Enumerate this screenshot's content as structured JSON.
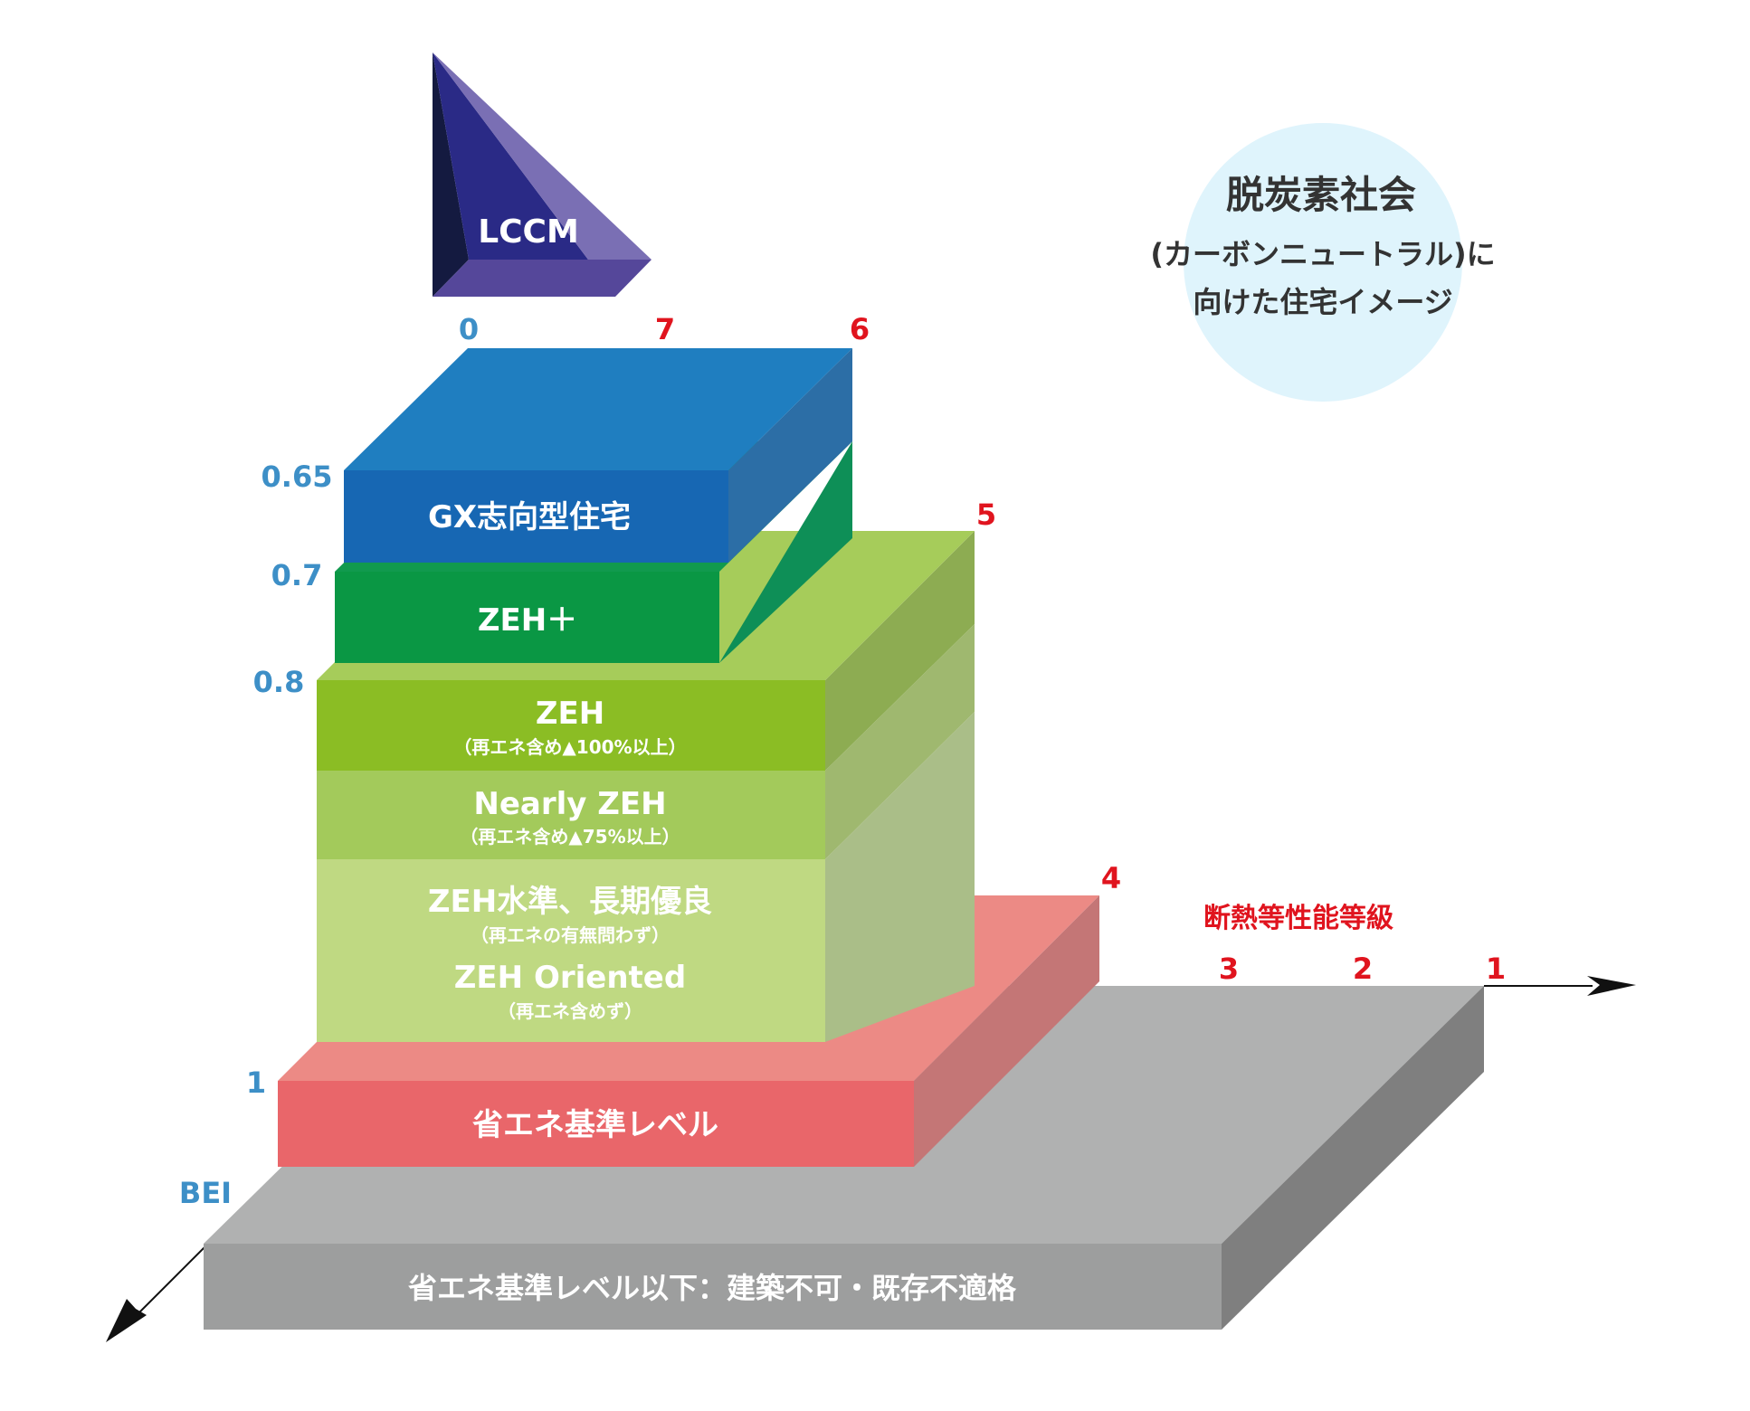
{
  "lccm": {
    "label": "LCCM"
  },
  "circle": {
    "title": "脱炭素社会",
    "line2": "(カーボンニュートラル)に",
    "line3": "向けた住宅イメージ"
  },
  "bei_axis": {
    "title": "BEI",
    "ticks": [
      "0",
      "0.65",
      "0.7",
      "0.8",
      "1"
    ]
  },
  "insulation_axis": {
    "title": "断熱等性能等級",
    "ticks": [
      "7",
      "6",
      "5",
      "4",
      "3",
      "2",
      "1"
    ]
  },
  "levels": {
    "base": {
      "label": "省エネ基準レベル以下：建築不可・既存不適格"
    },
    "standard": {
      "label": "省エネ基準レベル"
    },
    "zeh_standard": {
      "label": "ZEH水準、長期優良",
      "note": "（再エネの有無問わず）"
    },
    "zeh_oriented": {
      "label": "ZEH Oriented",
      "note": "（再エネ含めず）"
    },
    "nearly_zeh": {
      "label": "Nearly ZEH",
      "note": "（再エネ含め▲75%以上）"
    },
    "zeh": {
      "label": "ZEH",
      "note": "（再エネ含め▲100%以上）"
    },
    "zeh_plus": {
      "label": "ZEH＋"
    },
    "gx": {
      "label": "GX志向型住宅"
    }
  },
  "colors": {
    "gray": "#aeafaf",
    "red": "#e9686b",
    "light_green": "#bfd982",
    "mid_green": "#a4cb5d",
    "green": "#8bbd24",
    "dark_green": "#0a9744",
    "blue": "#1868b4",
    "lccm": "#2a2a86",
    "circle": "#dff4fc",
    "bei_ticks": "#3d8fc7",
    "grade_ticks": "#e0141e"
  }
}
